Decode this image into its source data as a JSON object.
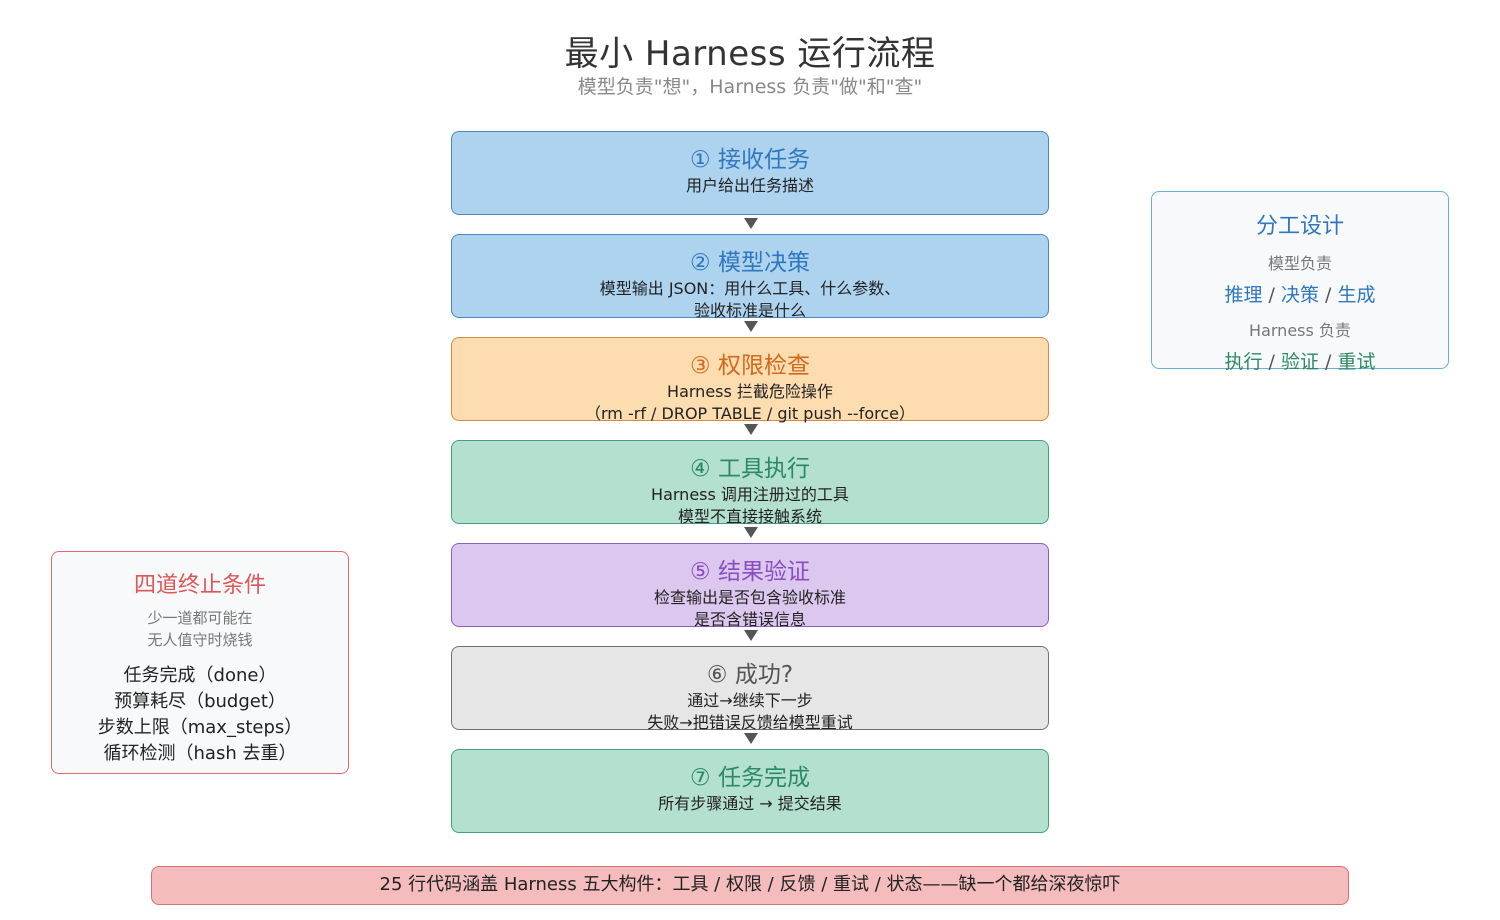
{
  "header": {
    "title": "最小 Harness 运行流程",
    "subtitle": "模型负责\"想\"，Harness 负责\"做\"和\"查\""
  },
  "steps": [
    {
      "title": "① 接收任务",
      "lines": [
        "用户给出任务描述"
      ]
    },
    {
      "title": "② 模型决策",
      "lines": [
        "模型输出 JSON：用什么工具、什么参数、",
        "验收标准是什么"
      ]
    },
    {
      "title": "③ 权限检查",
      "lines": [
        "Harness 拦截危险操作",
        "（rm -rf / DROP TABLE / git push --force）"
      ]
    },
    {
      "title": "④ 工具执行",
      "lines": [
        "Harness 调用注册过的工具",
        "模型不直接接触系统"
      ]
    },
    {
      "title": "⑤ 结果验证",
      "lines": [
        "检查输出是否包含验收标准",
        "是否含错误信息"
      ]
    },
    {
      "title": "⑥ 成功?",
      "lines": [
        "通过→继续下一步",
        "失败→把错误反馈给模型重试"
      ]
    },
    {
      "title": "⑦ 任务完成",
      "lines": [
        "所有步骤通过 → 提交结果"
      ]
    }
  ],
  "division_panel": {
    "title": "分工设计",
    "model_label": "模型负责",
    "model_duties": [
      "推理",
      "决策",
      "生成"
    ],
    "harness_label": "Harness 负责",
    "harness_duties": [
      "执行",
      "验证",
      "重试"
    ],
    "separator": " / "
  },
  "termination_panel": {
    "title": "四道终止条件",
    "note_lines": [
      "少一道都可能在",
      "无人值守时烧钱"
    ],
    "conditions": [
      "任务完成（done）",
      "预算耗尽（budget）",
      "步数上限（max_steps）",
      "循环检测（hash 去重）"
    ]
  },
  "footer": {
    "text": "25 行代码涵盖 Harness 五大构件：工具 / 权限 / 反馈 / 重试 / 状态——缺一个都给深夜惊吓"
  },
  "colors": {
    "blue_fill": "#aed3ef",
    "orange_fill": "#fddcb0",
    "green_fill": "#b4e0d0",
    "purple_fill": "#dcc8ef",
    "gray_fill": "#e6e6e6",
    "division_accent": "#2f78c0",
    "division_duty": "#2a8a66",
    "termination_accent": "#e05555",
    "footer_fill": "#f4bcbc"
  }
}
